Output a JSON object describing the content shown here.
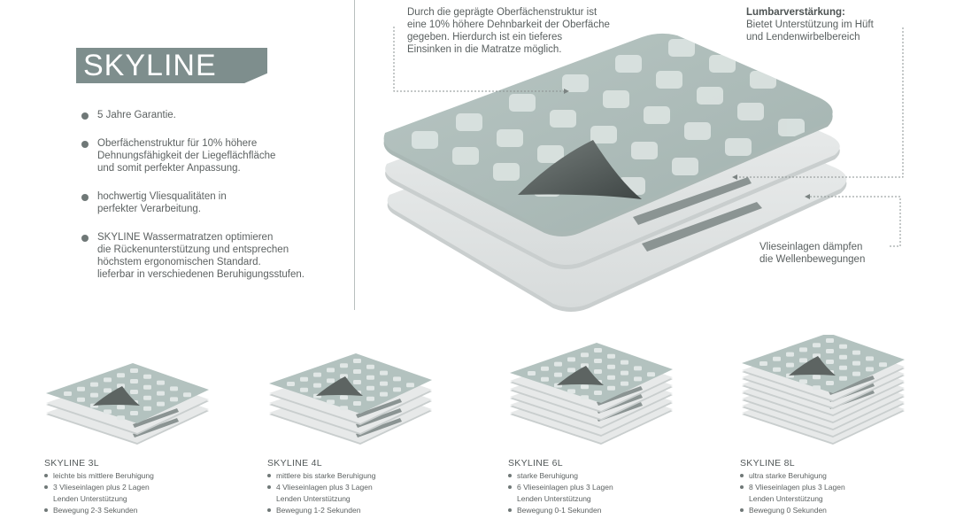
{
  "title": "SKYLINE",
  "features": [
    {
      "lines": [
        "5 Jahre Garantie."
      ]
    },
    {
      "lines": [
        "Oberfächenstruktur für 10% höhere",
        "Dehnungsfähigkeit der Liegeflächfläche",
        "und somit perfekter Anpassung."
      ]
    },
    {
      "lines": [
        "hochwertig Vliesqualitäten in",
        "perfekter Verarbeitung."
      ]
    },
    {
      "lines": [
        "SKYLINE Wassermatratzen optimieren",
        "die Rückenunterstützung und entsprechen",
        "höchstem ergonomischen Standard.",
        "lieferbar in verschiedenen Beruhigungsstufen."
      ]
    }
  ],
  "annotations": {
    "surface": [
      "Durch die geprägte Oberfächenstruktur ist",
      "eine 10% höhere Dehnbarkeit der Oberfäche",
      "gegeben. Hierdurch ist ein tieferes",
      "Einsinken in die Matratze möglich."
    ],
    "lumbar_heading": "Lumbarverstärkung:",
    "lumbar": [
      "Bietet Unterstützung im Hüft",
      "und Lendenwirbelbereich"
    ],
    "fleece": [
      "Vlieseinlagen dämpfen",
      "die Wellenbewegungen"
    ]
  },
  "colors": {
    "banner": "#7e8e8d",
    "top_sheet": "#b3c2bf",
    "sheet": "#e7e9e9",
    "peel": "#5d6462",
    "lumbar_pad": "#8b9493",
    "text": "#5d6262"
  },
  "products": [
    {
      "name": "SKYLINE 3L",
      "layers": 3,
      "items": [
        [
          "leichte bis mittlere Beruhigung"
        ],
        [
          "3 Vlieseinlagen plus 2 Lagen",
          "Lenden Unterstützung"
        ],
        [
          "Bewegung 2-3 Sekunden"
        ]
      ]
    },
    {
      "name": "SKYLINE 4L",
      "layers": 4,
      "items": [
        [
          "mittlere bis starke Beruhigung"
        ],
        [
          "4 Vlieseinlagen plus 3 Lagen",
          "Lenden Unterstützung"
        ],
        [
          "Bewegung 1-2 Sekunden"
        ]
      ]
    },
    {
      "name": "SKYLINE 6L",
      "layers": 6,
      "items": [
        [
          "starke Beruhigung"
        ],
        [
          "6 Vlieseinlagen plus 3 Lagen",
          "Lenden Unterstützung"
        ],
        [
          "Bewegung 0-1 Sekunden"
        ]
      ]
    },
    {
      "name": "SKYLINE 8L",
      "layers": 8,
      "items": [
        [
          "ultra starke Beruhigung"
        ],
        [
          "8 Vlieseinlagen plus 3 Lagen",
          "Lenden Unterstützung"
        ],
        [
          "Bewegung 0 Sekunden"
        ]
      ]
    }
  ]
}
